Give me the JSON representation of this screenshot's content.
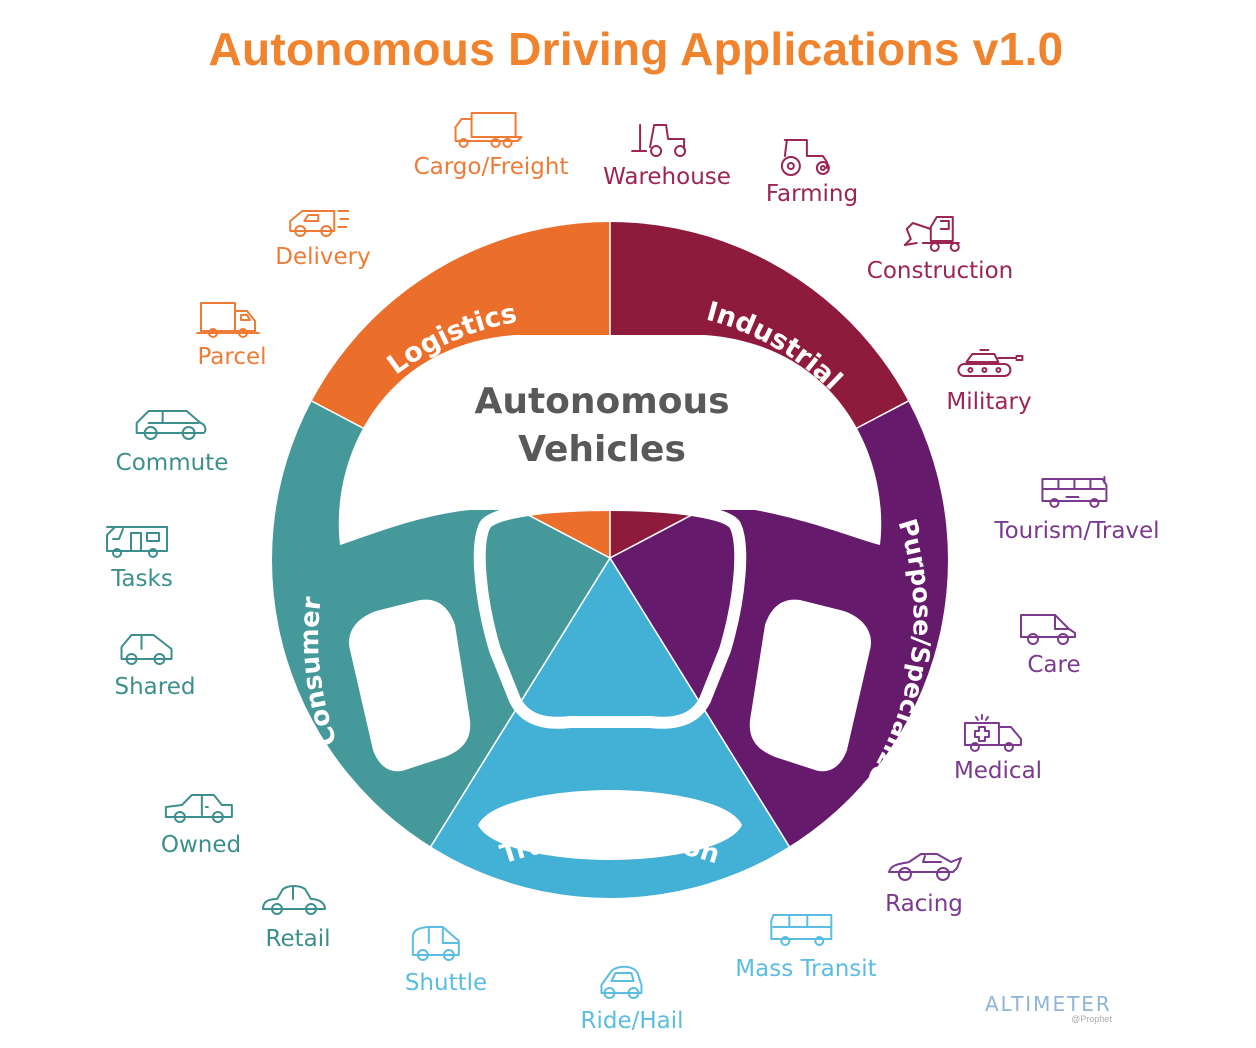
{
  "title": "Autonomous Driving Applications v1.0",
  "center_label": [
    "Autonomous",
    "Vehicles"
  ],
  "colors": {
    "title": "#f0832d",
    "logistics": "#eb6e2b",
    "industrial": "#8e1a3c",
    "purpose_specialized": "#661a6b",
    "transportation": "#43b0d6",
    "consumer": "#46999a",
    "center_text": "#58595b"
  },
  "segments": [
    {
      "id": "logistics",
      "label": "Logistics",
      "color": "#eb6e2b",
      "text_color": "#ee7c36",
      "applications": [
        {
          "label": "Cargo/Freight",
          "icon": "cargo-truck-icon"
        },
        {
          "label": "Delivery",
          "icon": "delivery-van-icon"
        },
        {
          "label": "Parcel",
          "icon": "parcel-truck-icon"
        }
      ]
    },
    {
      "id": "industrial",
      "label": "Industrial",
      "color": "#8e1a3c",
      "text_color": "#9b2553",
      "applications": [
        {
          "label": "Warehouse",
          "icon": "forklift-icon"
        },
        {
          "label": "Farming",
          "icon": "tractor-icon"
        },
        {
          "label": "Construction",
          "icon": "excavator-icon"
        },
        {
          "label": "Military",
          "icon": "tank-icon"
        }
      ]
    },
    {
      "id": "purpose_specialized",
      "label": "Purpose/Specialized",
      "color": "#661a6b",
      "text_color": "#7a3a8e",
      "applications": [
        {
          "label": "Tourism/Travel",
          "icon": "coach-bus-icon"
        },
        {
          "label": "Care",
          "icon": "van-icon"
        },
        {
          "label": "Medical",
          "icon": "ambulance-icon"
        },
        {
          "label": "Racing",
          "icon": "race-car-icon"
        }
      ]
    },
    {
      "id": "transportation",
      "label": "Transportation",
      "color": "#43b0d6",
      "text_color": "#5bbde0",
      "applications": [
        {
          "label": "Mass Transit",
          "icon": "bus-icon"
        },
        {
          "label": "Ride/Hail",
          "icon": "compact-car-icon"
        },
        {
          "label": "Shuttle",
          "icon": "shuttle-icon"
        }
      ]
    },
    {
      "id": "consumer",
      "label": "Consumer",
      "color": "#46999a",
      "text_color": "#3d8f8e",
      "applications": [
        {
          "label": "Retail",
          "icon": "coupe-icon"
        },
        {
          "label": "Owned",
          "icon": "sedan-icon"
        },
        {
          "label": "Shared",
          "icon": "hatchback-icon"
        },
        {
          "label": "Tasks",
          "icon": "camper-van-icon"
        },
        {
          "label": "Commute",
          "icon": "wagon-icon"
        }
      ]
    }
  ],
  "logo": {
    "name": "ALTIMETER",
    "sub": "@Prophet"
  }
}
